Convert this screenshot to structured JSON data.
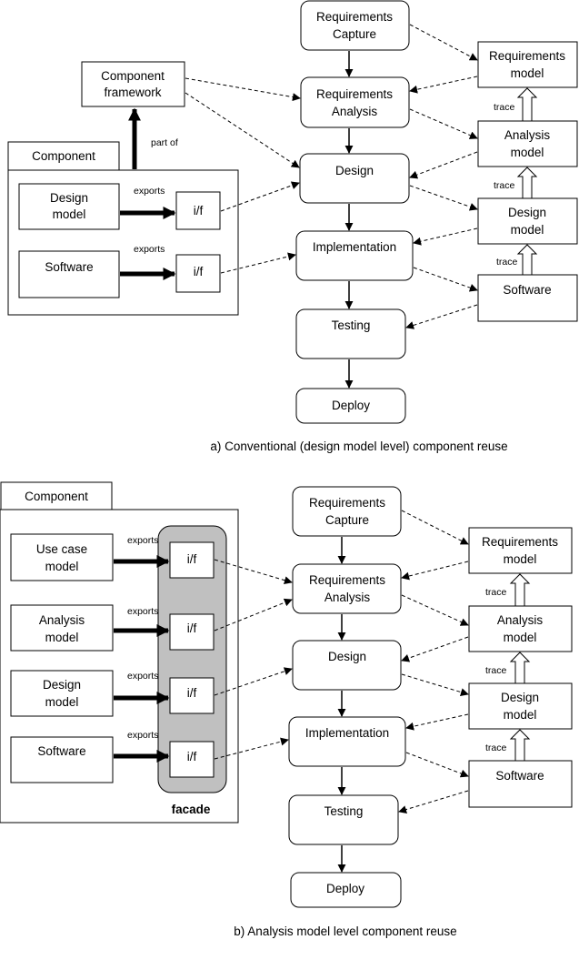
{
  "part_a": {
    "component_tab": "Component",
    "component_framework": [
      "Component",
      "framework"
    ],
    "part_of": "part of",
    "design_model": [
      "Design",
      "model"
    ],
    "software": "Software",
    "exports": "exports",
    "interface": "i/f",
    "process": {
      "req_capture": [
        "Requirements",
        "Capture"
      ],
      "req_analysis": [
        "Requirements",
        "Analysis"
      ],
      "design": "Design",
      "implementation": "Implementation",
      "testing": "Testing",
      "deploy": "Deploy"
    },
    "models": {
      "requirements": [
        "Requirements",
        "model"
      ],
      "analysis": [
        "Analysis",
        "model"
      ],
      "design": [
        "Design",
        "model"
      ],
      "software": "Software"
    },
    "trace": "trace",
    "caption": "a) Conventional (design model level) component reuse"
  },
  "part_b": {
    "component_tab": "Component",
    "use_case_model": [
      "Use case",
      "model"
    ],
    "analysis_model": [
      "Analysis",
      "model"
    ],
    "design_model": [
      "Design",
      "model"
    ],
    "software": "Software",
    "exports": "exports",
    "interface": "i/f",
    "facade": "facade",
    "process": {
      "req_capture": [
        "Requirements",
        "Capture"
      ],
      "req_analysis": [
        "Requirements",
        "Analysis"
      ],
      "design": "Design",
      "implementation": "Implementation",
      "testing": "Testing",
      "deploy": "Deploy"
    },
    "models": {
      "requirements": [
        "Requirements",
        "model"
      ],
      "analysis": [
        "Analysis",
        "model"
      ],
      "design": [
        "Design",
        "model"
      ],
      "software": "Software"
    },
    "trace": "trace",
    "caption": "b) Analysis model level component reuse"
  }
}
